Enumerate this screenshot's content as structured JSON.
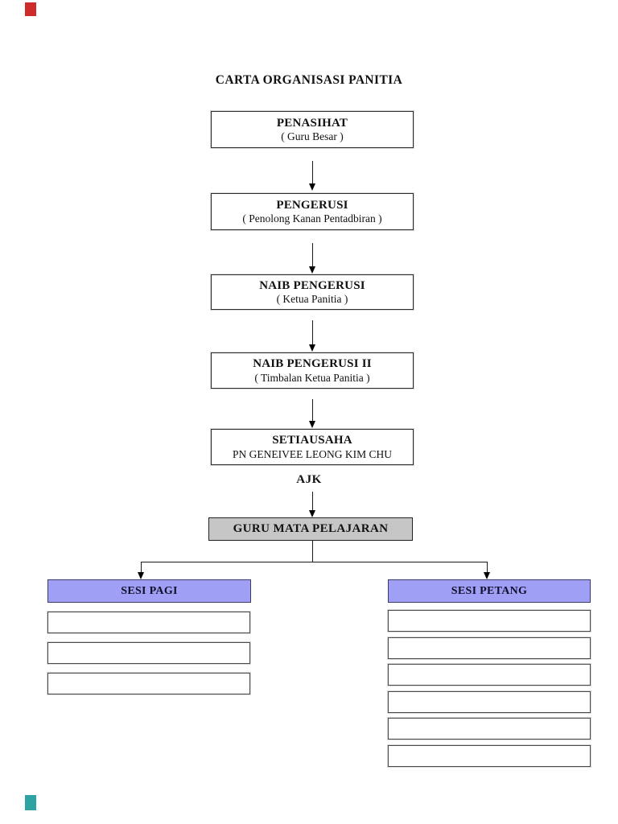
{
  "title": "CARTA ORGANISASI PANITIA",
  "org_chart": {
    "levels": [
      {
        "title": "PENASIHAT",
        "subtitle": "( Guru Besar )"
      },
      {
        "title": "PENGERUSI",
        "subtitle": "( Penolong Kanan Pentadbiran )"
      },
      {
        "title": "NAIB PENGERUSI",
        "subtitle": "( Ketua Panitia )"
      },
      {
        "title": "NAIB PENGERUSI II",
        "subtitle": "( Timbalan Ketua Panitia )"
      },
      {
        "title": "SETIAUSAHA",
        "subtitle": "PN GENEIVEE LEONG KIM CHU"
      }
    ],
    "ajk_label": "AJK",
    "committee_box": {
      "label": "GURU MATA PELAJARAN",
      "fill": "#c6c6c6"
    },
    "sessions": [
      {
        "label": "SESI PAGI",
        "fill": "#9f9ff5",
        "empty_slots": 3
      },
      {
        "label": "SESI PETANG",
        "fill": "#9f9ff5",
        "empty_slots": 6
      }
    ]
  },
  "page_edge_markers": {
    "top_color": "#d02b2b",
    "bottom_color": "#2fa3a3"
  }
}
